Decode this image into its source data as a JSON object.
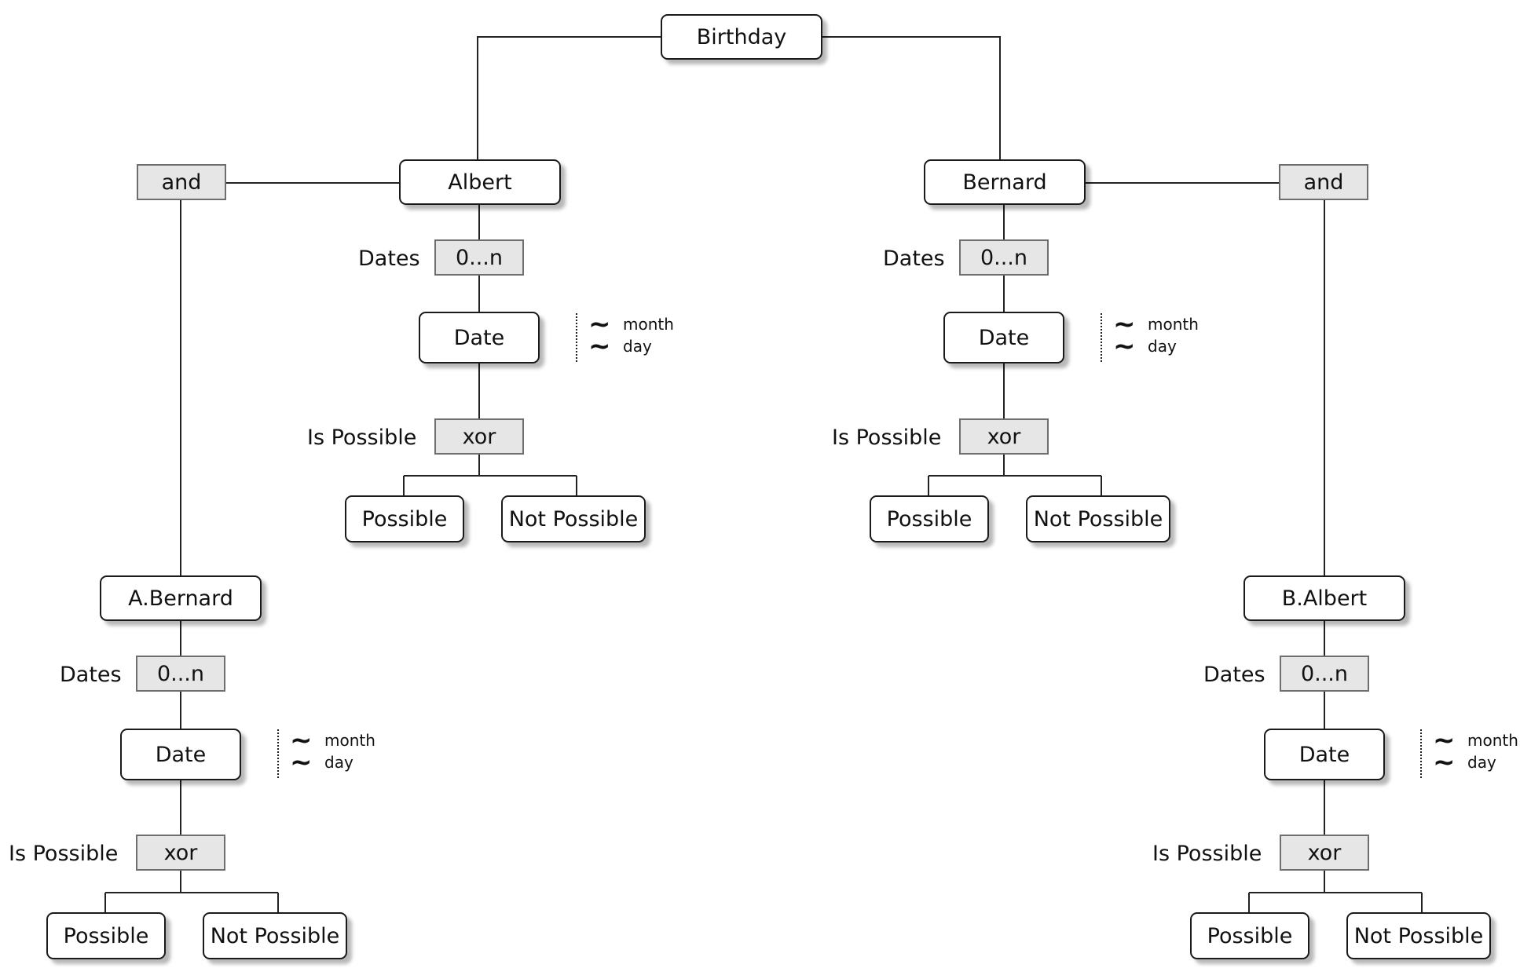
{
  "root": {
    "label": "Birthday"
  },
  "branches": [
    {
      "id": "albert",
      "entity": "Albert",
      "and_label": "and",
      "dates_label": "Dates",
      "cardinality": "0...n",
      "date_label": "Date",
      "attributes": [
        "month",
        "day"
      ],
      "is_possible_label": "Is Possible",
      "xor_label": "xor",
      "options": [
        "Possible",
        "Not Possible"
      ],
      "sub": {
        "entity": "A.Bernard",
        "dates_label": "Dates",
        "cardinality": "0...n",
        "date_label": "Date",
        "attributes": [
          "month",
          "day"
        ],
        "is_possible_label": "Is Possible",
        "xor_label": "xor",
        "options": [
          "Possible",
          "Not Possible"
        ]
      }
    },
    {
      "id": "bernard",
      "entity": "Bernard",
      "and_label": "and",
      "dates_label": "Dates",
      "cardinality": "0...n",
      "date_label": "Date",
      "attributes": [
        "month",
        "day"
      ],
      "is_possible_label": "Is Possible",
      "xor_label": "xor",
      "options": [
        "Possible",
        "Not Possible"
      ],
      "sub": {
        "entity": "B.Albert",
        "dates_label": "Dates",
        "cardinality": "0...n",
        "date_label": "Date",
        "attributes": [
          "month",
          "day"
        ],
        "is_possible_label": "Is Possible",
        "xor_label": "xor",
        "options": [
          "Possible",
          "Not Possible"
        ]
      }
    }
  ],
  "attribute_icon": "tilde-icon"
}
